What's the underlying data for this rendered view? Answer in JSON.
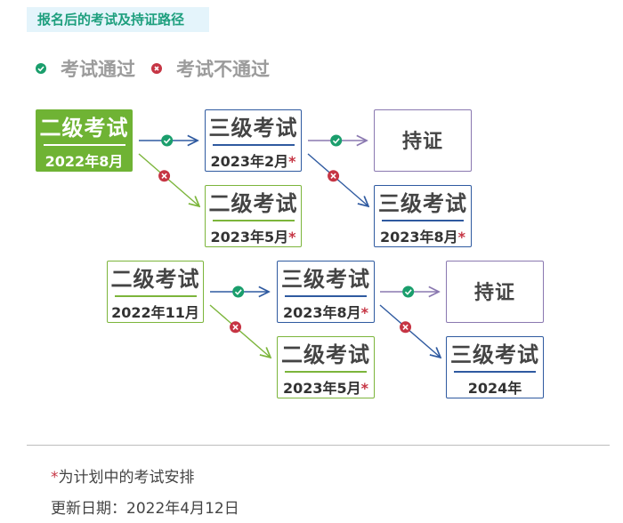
{
  "title": "报名后的考试及持证路径",
  "legend": {
    "pass": "考试通过",
    "fail": "考试不通过"
  },
  "colors": {
    "green": "#7cb53b",
    "blue": "#2f5aa0",
    "purple": "#8a78b0",
    "pass": "#1a9e6c",
    "fail": "#c63544"
  },
  "paths": {
    "a": {
      "start": {
        "exam": "二级考试",
        "date": "2022年8月"
      },
      "pass": {
        "exam": "三级考试",
        "date": "2023年2月",
        "star": "*"
      },
      "fail": {
        "exam": "二级考试",
        "date": "2023年5月",
        "star": "*"
      },
      "pass2": {
        "cert": "持证"
      },
      "fail2": {
        "exam": "三级考试",
        "date": "2023年8月",
        "star": "*"
      }
    },
    "b": {
      "start": {
        "exam": "二级考试",
        "date": "2022年11月"
      },
      "pass": {
        "exam": "三级考试",
        "date": "2023年8月",
        "star": "*"
      },
      "fail": {
        "exam": "二级考试",
        "date": "2023年5月",
        "star": "*"
      },
      "pass2": {
        "cert": "持证"
      },
      "fail2": {
        "exam": "三级考试",
        "date": "2024年"
      }
    }
  },
  "footer": {
    "note_star": "*",
    "note": "为计划中的考试安排",
    "updated": "更新日期：2022年4月12日"
  }
}
